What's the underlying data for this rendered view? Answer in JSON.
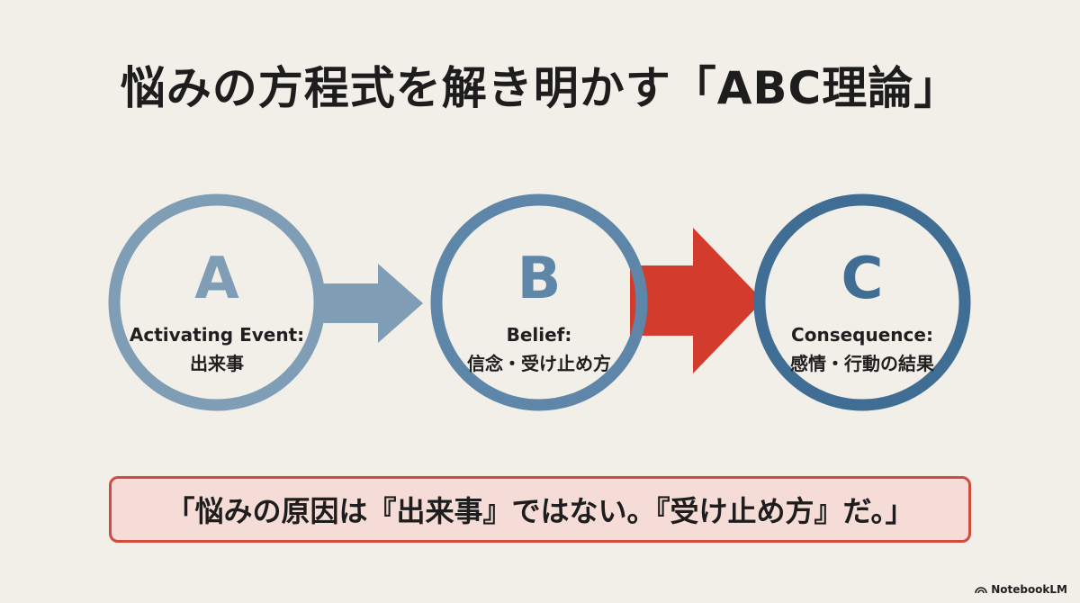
{
  "title": "悩みの方程式を解き明かす「ABC理論」",
  "colors": {
    "background": "#f2efe9",
    "circle_a": "#7f9db5",
    "circle_b": "#5d86a8",
    "circle_c": "#3f6d93",
    "arrow_ab": "#7f9db5",
    "arrow_bc": "#d33c2c",
    "quote_border": "#d14b3f",
    "quote_fill": "#f5dcd6"
  },
  "nodes": [
    {
      "letter": "A",
      "label_en": "Activating Event:",
      "label_jp": "出来事"
    },
    {
      "letter": "B",
      "label_en": "Belief:",
      "label_jp": "信念・受け止め方"
    },
    {
      "letter": "C",
      "label_en": "Consequence:",
      "label_jp": "感情・行動の結果"
    }
  ],
  "quote": "「悩みの原因は『出来事』ではない。『受け止め方』だ。」",
  "brand": {
    "name": "NotebookLM",
    "icon": "notebooklm-icon"
  }
}
